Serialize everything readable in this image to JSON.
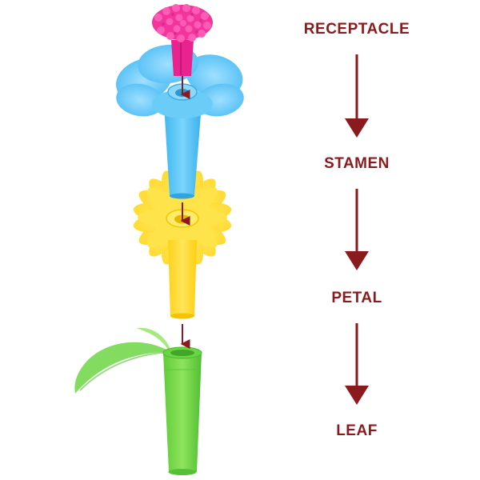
{
  "labels": {
    "receptacle": "RECEPTACLE",
    "stamen": "STAMEN",
    "petal": "PETAL",
    "leaf": "LEAF"
  },
  "colors": {
    "label_text": "#8b1a1e",
    "arrow": "#8b1a1e",
    "receptacle_piece": "#f2359c",
    "stamen_piece": "#4fc3f7",
    "petal_piece": "#ffe03a",
    "leaf_piece": "#7bd94f",
    "background": "#ffffff"
  },
  "icons": {
    "receptacle_piece": "magenta-flower-head-icon",
    "stamen_piece": "blue-flower-icon",
    "petal_piece": "yellow-daisy-icon",
    "leaf_piece": "green-stem-leaf-icon"
  }
}
